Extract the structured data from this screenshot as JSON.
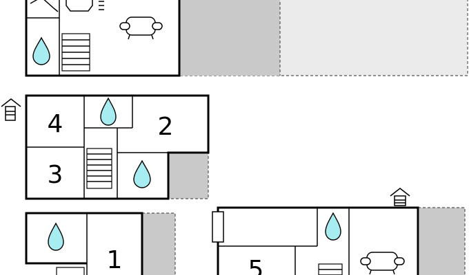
{
  "floor_plan": {
    "room_numbers": [
      "4",
      "2",
      "3",
      "1",
      "5"
    ],
    "icons": {
      "bathroom": "water-drop-icon",
      "stairs": "staircase-icon",
      "sofa": "sofa-icon",
      "entrance": "entrance-house-icon",
      "fireplace": "fireplace-icon"
    },
    "colors": {
      "wall": "#000000",
      "terrace": "#c9c9c9",
      "garden": "#ebebeb",
      "water": "#a6ecf0"
    }
  }
}
